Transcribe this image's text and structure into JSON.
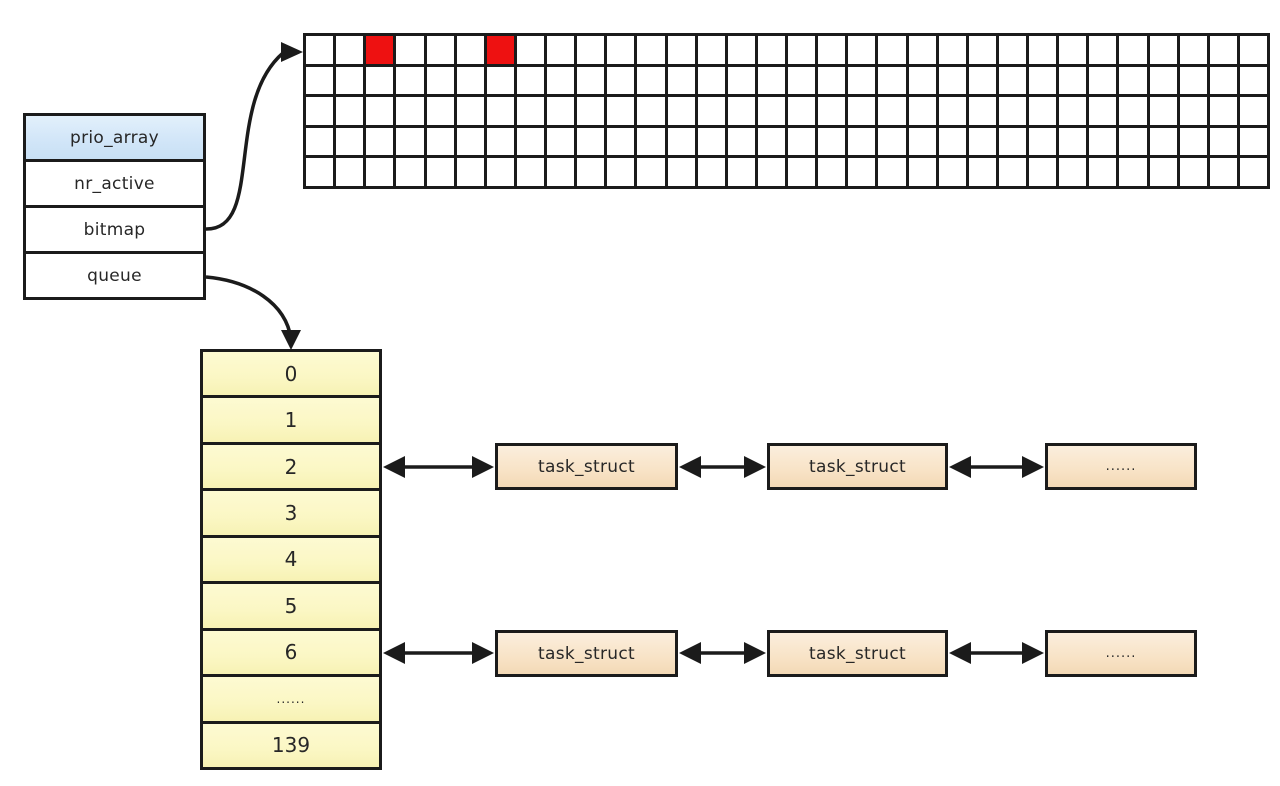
{
  "diagram": {
    "struct": {
      "title": "prio_array",
      "fields": [
        {
          "label": "nr_active"
        },
        {
          "label": "bitmap"
        },
        {
          "label": "queue"
        }
      ]
    },
    "bitmap_grid": {
      "columns": 32,
      "rows": 5,
      "set_bits": [
        [
          0,
          2
        ],
        [
          0,
          6
        ]
      ]
    },
    "queue_array": {
      "cells": [
        "0",
        "1",
        "2",
        "3",
        "4",
        "5",
        "6",
        "......",
        "139"
      ]
    },
    "task_lists": [
      {
        "queue_index": 2,
        "nodes": [
          "task_struct",
          "task_struct",
          "......"
        ]
      },
      {
        "queue_index": 6,
        "nodes": [
          "task_struct",
          "task_struct",
          "......"
        ]
      }
    ],
    "colors": {
      "header_fill": "#d2e6f8",
      "queue_fill": "#fbf7c4",
      "task_fill": "#f8e3c6",
      "bit_set_fill": "#ee1111",
      "border": "#1b1b1b"
    }
  }
}
